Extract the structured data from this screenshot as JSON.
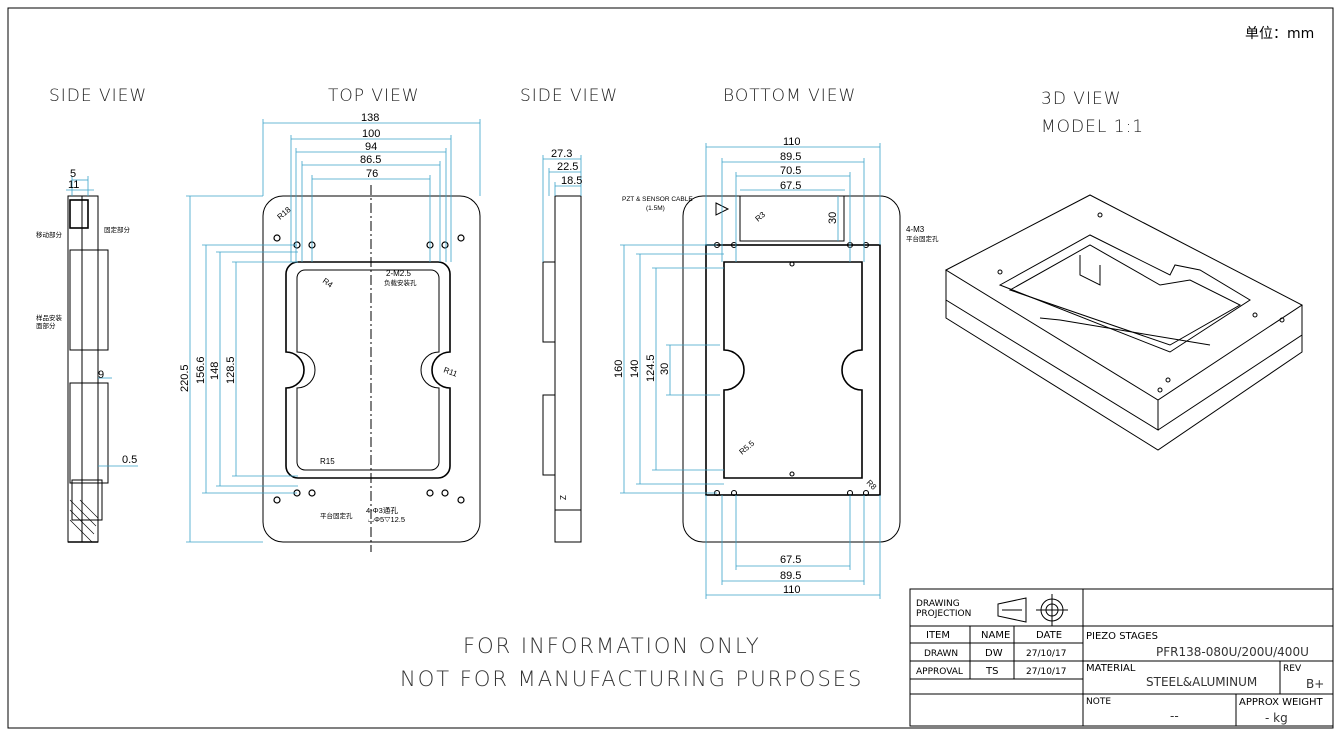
{
  "header": {
    "unit": "单位：mm"
  },
  "views": {
    "side_left": "SIDE VIEW",
    "top": "TOP VIEW",
    "side_mid": "SIDE VIEW",
    "bottom": "BOTTOM VIEW",
    "view3d_1": "3D VIEW",
    "view3d_2": "MODEL 1:1"
  },
  "side_left": {
    "dims": [
      "5",
      "11",
      "9",
      "0.5"
    ],
    "notes": [
      "移动部分",
      "固定部分",
      "样品安装",
      "面部分"
    ]
  },
  "top_view": {
    "horiz": [
      "138",
      "100",
      "94",
      "86.5",
      "76"
    ],
    "vert": [
      "220.5",
      "156.6",
      "148",
      "128.5"
    ],
    "radii": [
      "R18",
      "R4",
      "R11",
      "R15"
    ],
    "notes": [
      "2-M2.5",
      "负载安装孔",
      "4-Φ3通孔",
      "平台固定孔",
      "⌴Φ5▽12.5"
    ]
  },
  "side_mid": {
    "dims": [
      "27.3",
      "22.5",
      "18.5"
    ],
    "axis": "Z"
  },
  "bottom_view": {
    "horiz_top": [
      "110",
      "89.5",
      "70.5",
      "67.5"
    ],
    "horiz_bottom": [
      "67.5",
      "89.5",
      "110"
    ],
    "vert": [
      "160",
      "140",
      "124.5",
      "30"
    ],
    "slot": "30",
    "radii": [
      "R3",
      "R5.5",
      "R8"
    ],
    "notes": [
      "PZT & SENSOR CABLE",
      "(1.5M)",
      "4-M3",
      "平台固定孔"
    ]
  },
  "notice": {
    "line1": "FOR INFORMATION ONLY",
    "line2": "NOT FOR MANUFACTURING PURPOSES"
  },
  "title_block": {
    "projection_l1": "DRAWING",
    "projection_l2": "PROJECTION",
    "head_item": "ITEM",
    "head_name": "NAME",
    "head_date": "DATE",
    "drawn_label": "DRAWN",
    "drawn_name": "DW",
    "drawn_date": "27/10/17",
    "approval_label": "APPROVAL",
    "approval_name": "TS",
    "approval_date": "27/10/17",
    "category": "PIEZO STAGES",
    "part_no": "PFR138-080U/200U/400U",
    "material_label": "MATERIAL",
    "material": "STEEL&ALUMINUM",
    "rev_label": "REV",
    "rev": "B+",
    "note_label": "NOTE",
    "note": "--",
    "weight_label": "APPROX WEIGHT",
    "weight": "- kg"
  }
}
